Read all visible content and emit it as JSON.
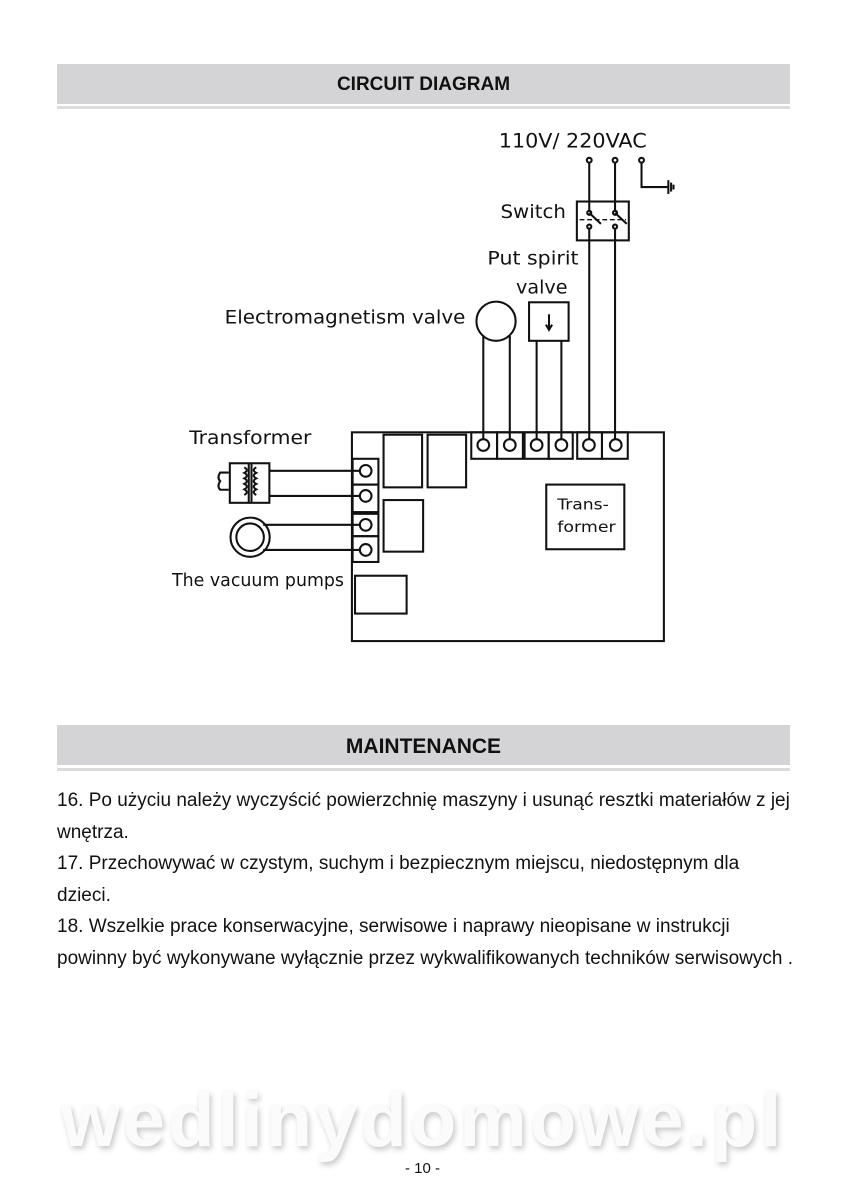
{
  "sections": {
    "circuit_title": "CIRCUIT DIAGRAM",
    "maintenance_title": "MAINTENANCE"
  },
  "diagram": {
    "supply": "110V/ 220VAC",
    "switch": "Switch",
    "put_spirit_valve_1": "Put spirit",
    "put_spirit_valve_2": "valve",
    "electromagnetism_valve": "Electromagnetism valve",
    "transformer": "Transformer",
    "vacuum_pumps": "The vacuum pumps",
    "board_transformer_1": "Trans-",
    "board_transformer_2": "former"
  },
  "maintenance": [
    "16.  Po użyciu należy wyczyścić powierzchnię maszyny i usunąć resztki materiałów z jej wnętrza.",
    "17.  Przechowywać w czystym, suchym i bezpiecznym miejscu, niedostępnym dla dzieci.",
    "18.  Wszelkie prace konserwacyjne, serwisowe i naprawy nieopisane w instrukcji powinny być wykonywane wyłącznie przez wykwalifikowanych techników serwisowych ."
  ],
  "watermark": "wedlinydomowe.pl",
  "page_number": "- 10 -"
}
